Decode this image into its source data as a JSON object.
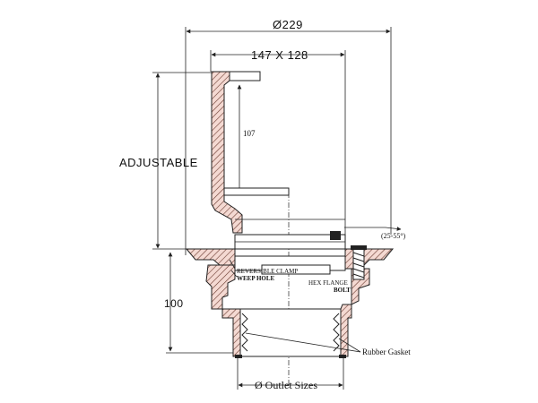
{
  "diagram": {
    "overall_diameter": "Ø229",
    "grate_size": "147 X 128",
    "inner_height": "107",
    "adjustable_label": "ADJUSTABLE",
    "flange_angle": "(25-55°)",
    "reversible_clamp": "REVERSIBLE CLAMP",
    "weep_hole": "WEEP HOLE",
    "hex_flange": "HEX FLANGE",
    "bolt": "BOLT",
    "body_height": "100",
    "rubber_gasket": "Rubber Gasket",
    "outlet_sizes": "Ø Outlet Sizes"
  }
}
